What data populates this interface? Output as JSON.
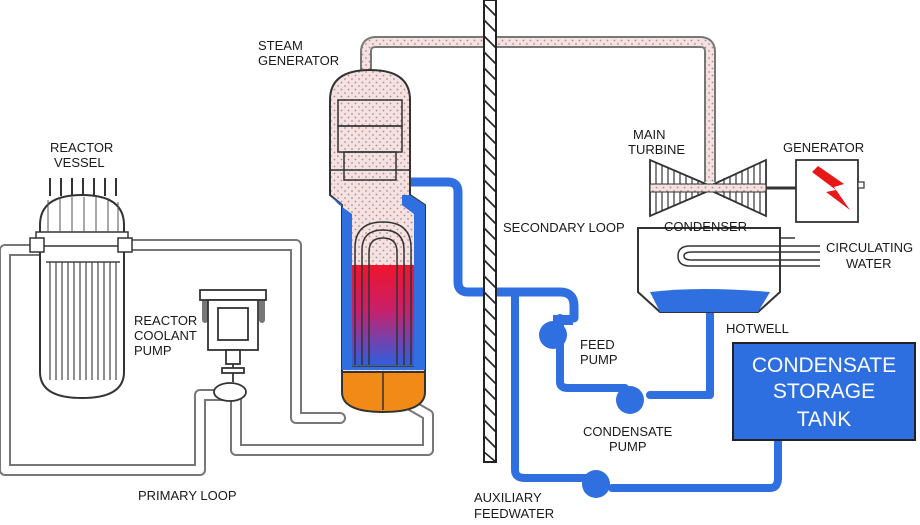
{
  "labels": {
    "steam_generator": [
      "STEAM",
      "GENERATOR"
    ],
    "reactor_vessel": [
      "REACTOR",
      "VESSEL"
    ],
    "reactor_coolant_pump": [
      "REACTOR",
      "COOLANT",
      "PUMP"
    ],
    "main_turbine": [
      "MAIN",
      "TURBINE"
    ],
    "generator": "GENERATOR",
    "secondary_loop": "SECONDARY LOOP",
    "condenser": "CONDENSER",
    "circulating_water": [
      "CIRCULATING",
      "WATER"
    ],
    "hotwell": "HOTWELL",
    "feed_pump": [
      "FEED",
      "PUMP"
    ],
    "condensate_pump": [
      "CONDENSATE",
      "PUMP"
    ],
    "condensate_storage_tank": [
      "CONDENSATE",
      "STORAGE",
      "TANK"
    ],
    "primary_loop": "PRIMARY LOOP",
    "auxiliary_feedwater": [
      "AUXILIARY",
      "FEEDWATER"
    ]
  },
  "colors": {
    "water_blue": "#2f6fe0",
    "tank_blue": "#2d6fe0",
    "hot_red": "#ee1c30",
    "core_orange": "#f28a18",
    "generator_red": "#e81818",
    "steam_fill": "#f3dede",
    "pipe_outline": "#6b6b6b"
  }
}
